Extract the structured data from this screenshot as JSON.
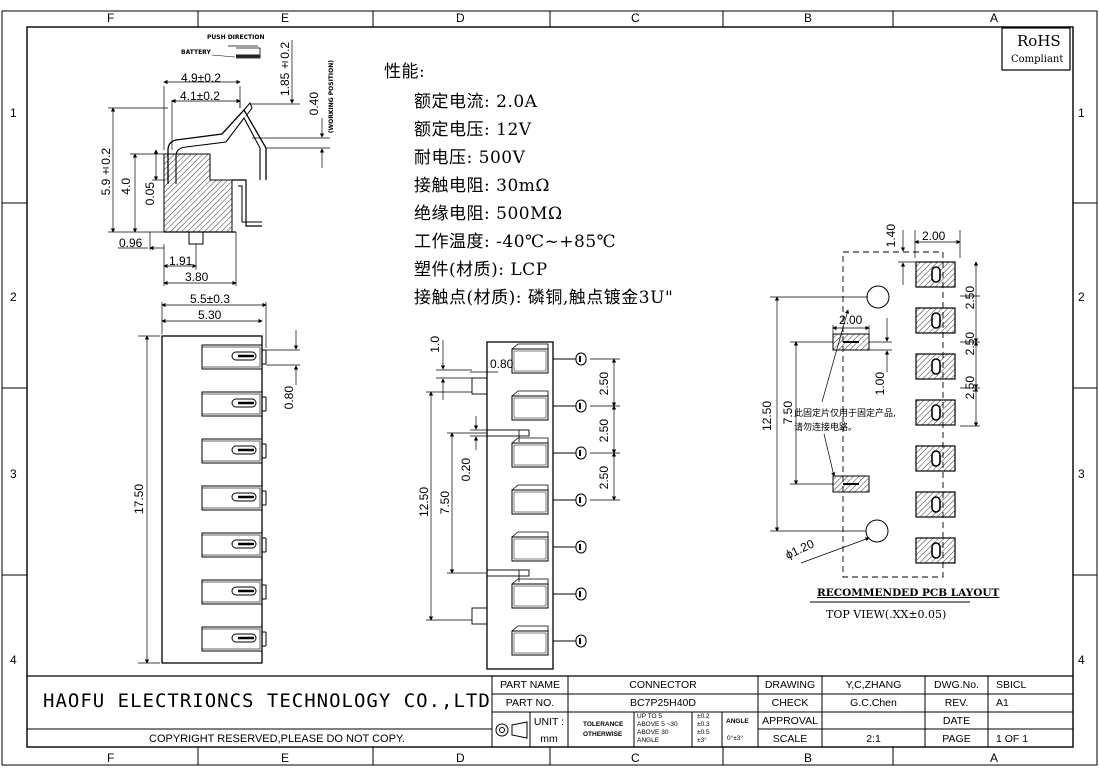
{
  "zones": {
    "columns": [
      "F",
      "E",
      "D",
      "C",
      "B",
      "A"
    ],
    "rows": [
      "1",
      "2",
      "3",
      "4"
    ]
  },
  "rohs": {
    "title": "RoHS",
    "subtitle": "Compliant"
  },
  "specs": {
    "heading": "性能:",
    "items": [
      "额定电流: 2.0A",
      "额定电压: 12V",
      "耐电压: 500V",
      "接触电阻: 30mΩ",
      "绝缘电阻: 500MΩ",
      "工作温度: -40℃~+85℃",
      "塑件(材质): LCP",
      "接触点(材质): 磷铜,触点镀金3U\""
    ]
  },
  "side_view": {
    "push_direction": "PUSH DIRECTION",
    "battery": "BATTERY",
    "working_position": "(WORKING POSITION)",
    "dims": {
      "w49": "4.9±0.2",
      "w41": "4.1±0.2",
      "h185": "1.85±0.2",
      "h040": "0.40",
      "h59": "5.9±0.2",
      "h40": "4.0",
      "h005": "0.05",
      "d096": "0.96",
      "d191": "1.91",
      "d380": "3.80"
    }
  },
  "top_left": {
    "dims": {
      "w55": "5.5±0.3",
      "w530": "5.30",
      "h1750": "17.50",
      "h080": "0.80"
    }
  },
  "front_view": {
    "dims": {
      "d10": "1.0",
      "d080": "0.80",
      "p250a": "2.50",
      "p250b": "2.50",
      "p250c": "2.50",
      "d020": "0.20",
      "d750": "7.50",
      "d1250": "12.50"
    }
  },
  "pcb": {
    "dims": {
      "d140": "1.40",
      "d200": "2.00",
      "d200b": "2.00",
      "p250a": "2.50",
      "p250b": "2.50",
      "p250c": "2.50",
      "d100": "1.00",
      "d1250": "12.50",
      "d750": "7.50",
      "dia": "ϕ1.20"
    },
    "note_line1": "此固定片仅用于固定产品,",
    "note_line2": "请勿连接电路。",
    "title": "RECOMMENDED PCB LAYOUT",
    "view": "TOP VIEW(.XX±0.05)"
  },
  "title_block": {
    "company": "HAOFU ELECTRIONCS TECHNOLOGY CO.,LTD",
    "copyright": "COPYRIGHT RESERVED,PLEASE DO NOT COPY.",
    "part_name_label": "PART NAME",
    "part_name": "CONNECTOR",
    "part_no_label": "PART NO.",
    "part_no": "BC7P25H40D",
    "unit_label": "UNIT :",
    "unit": "mm",
    "tolerance_label": "TOLERANCE",
    "otherwise_label": "OTHERWISE",
    "tol_rows": [
      {
        "range": "UP TO 5",
        "value": "±0.2"
      },
      {
        "range": "ABOVE 5 ~30",
        "value": "±0.3"
      },
      {
        "range": "ABOVE 30",
        "value": "±0.5"
      },
      {
        "range": "ANGLE",
        "value": "±3°"
      }
    ],
    "angle_label": "ANGLE",
    "angle_value": "0°±3°",
    "drawing_label": "DRAWING",
    "drawing": "Y,C,ZHANG",
    "check_label": "CHECK",
    "check": "G.C.Chen",
    "approval_label": "APPROVAL",
    "approval": "",
    "scale_label": "SCALE",
    "scale": "2:1",
    "dwg_label": "DWG.No.",
    "dwg": "SBICL",
    "rev_label": "REV.",
    "rev": "A1",
    "date_label": "DATE",
    "date": "",
    "page_label": "PAGE",
    "page": "1 OF 1"
  }
}
